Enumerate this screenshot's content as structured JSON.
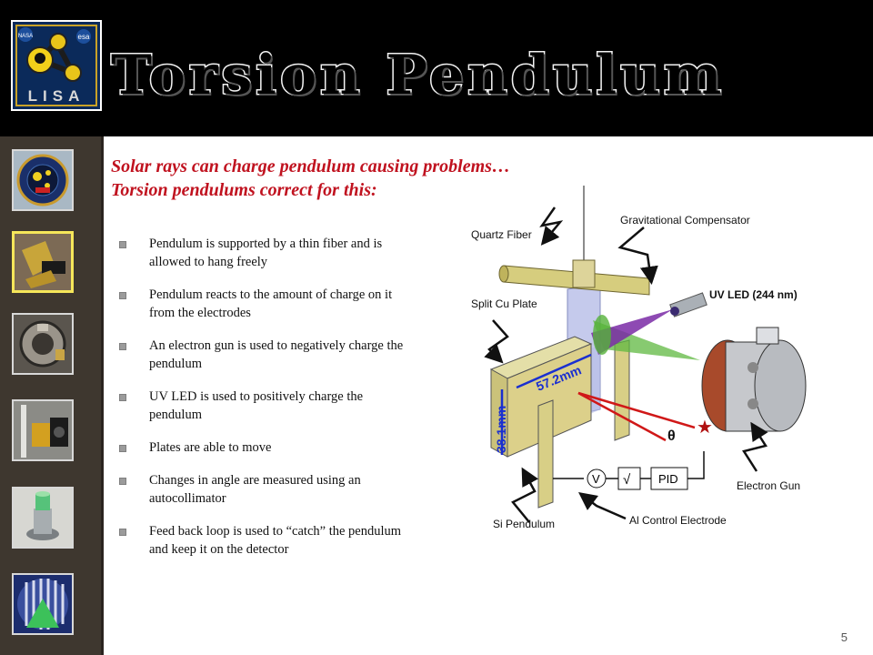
{
  "header": {
    "title": "Torsion Pendulum",
    "logo_text": "LISA",
    "logo_small_labels": [
      "NASA",
      "esa"
    ]
  },
  "sidebar": {
    "thumbnails": [
      {
        "name": "lisa-mission-patch",
        "active": false
      },
      {
        "name": "gold-pendulum-photo",
        "active": true
      },
      {
        "name": "vacuum-chamber-photo",
        "active": false
      },
      {
        "name": "apparatus-photo",
        "active": false
      },
      {
        "name": "uv-led-model",
        "active": false
      },
      {
        "name": "detector-grid-graphic",
        "active": false
      }
    ]
  },
  "subtitle": {
    "line1": "Solar rays can charge pendulum causing problems…",
    "line2": "Torsion pendulums correct for this:"
  },
  "bullets": [
    "Pendulum is supported by a thin fiber and is allowed to hang freely",
    "Pendulum reacts to the amount of charge on it from the electrodes",
    "An electron gun is used to negatively charge the pendulum",
    "UV LED is used to positively charge the pendulum",
    "Plates are able to move",
    "Changes in angle are measured using an autocollimator",
    "Feed back loop is used to “catch” the pendulum and keep it on the detector"
  ],
  "diagram": {
    "labels": {
      "quartz_fiber": "Quartz Fiber",
      "grav_comp": "Gravitational Compensator",
      "split_cu": "Split Cu Plate",
      "uv_led": "UV LED (244 nm)",
      "electron_gun": "Electron Gun",
      "si_pendulum": "Si Pendulum",
      "al_control": "Al Control Electrode",
      "dim_width": "57.2mm",
      "dim_height": "38.1mm",
      "theta": "θ",
      "v": "V",
      "sqrt": "√",
      "pid": "PID"
    }
  },
  "colors": {
    "subtitle": "#c0121f",
    "sidebar_bg": "#3e372f",
    "active_border": "#f5e65a",
    "dimension": "#1a2fd0",
    "beam": "#d01818"
  },
  "page_number": "5"
}
